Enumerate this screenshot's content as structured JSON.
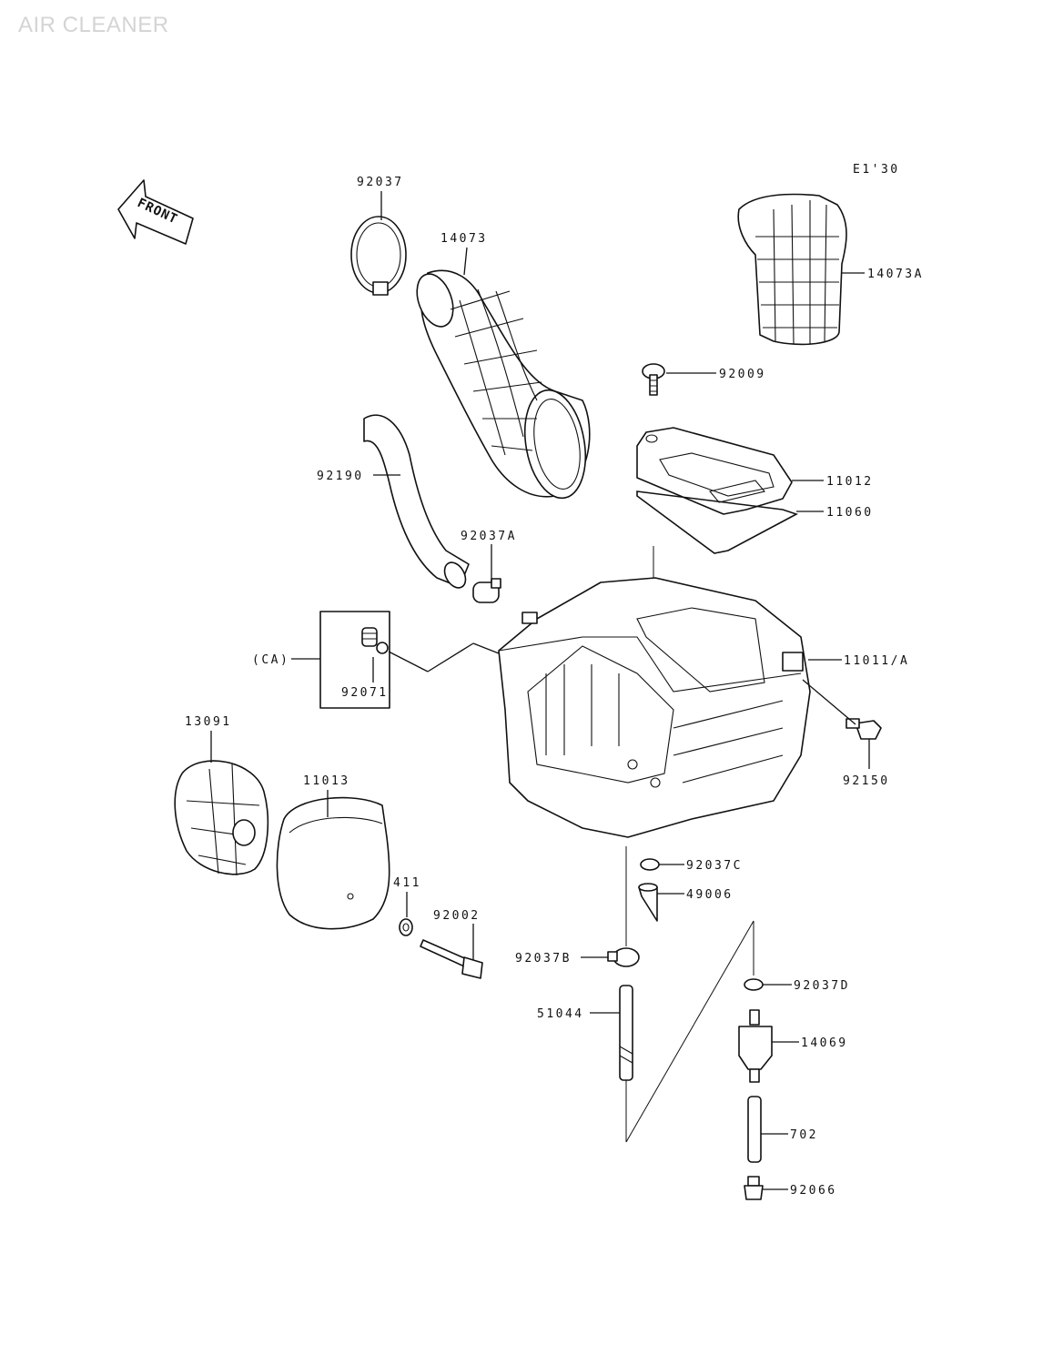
{
  "title": "AIR CLEANER",
  "diagram_code": "E1'30",
  "front_label": "FRONT",
  "variant_label": "(CA)",
  "parts": {
    "p92037": "92037",
    "p14073": "14073",
    "p14073a": "14073A",
    "p92009": "92009",
    "p11012": "11012",
    "p11060": "11060",
    "p92190": "92190",
    "p92037a": "92037A",
    "p11011a": "11011/A",
    "p92071": "92071",
    "p92150": "92150",
    "p13091": "13091",
    "p11013": "11013",
    "p411": "411",
    "p92002": "92002",
    "p92037c": "92037C",
    "p49006": "49006",
    "p92037b": "92037B",
    "p92037d": "92037D",
    "p51044": "51044",
    "p14069": "14069",
    "p702": "702",
    "p92066": "92066"
  }
}
